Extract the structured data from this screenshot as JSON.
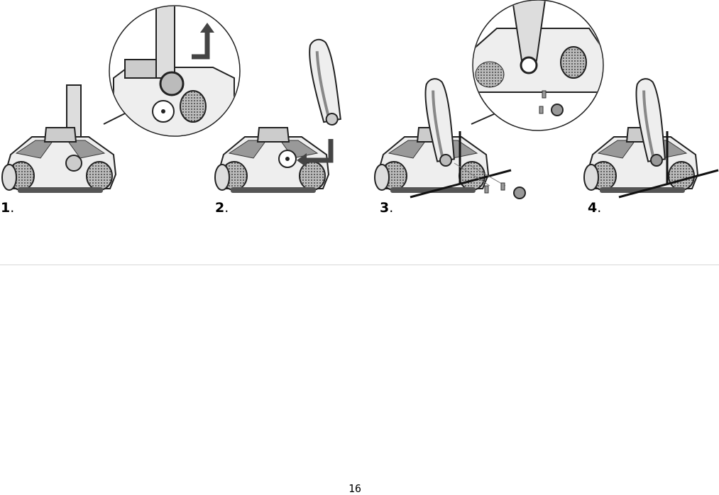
{
  "steps": [
    {
      "number": "1",
      "dot": "."
    },
    {
      "number": "2",
      "dot": "."
    },
    {
      "number": "3",
      "dot": "."
    },
    {
      "number": "4",
      "dot": "."
    }
  ],
  "page_number": "16",
  "icons": [
    "segway-base-illustration",
    "handlebar-illustration",
    "detail-magnifier",
    "up-arrow-icon",
    "insert-arrow-icon",
    "bolt-icon",
    "cap-icon"
  ]
}
